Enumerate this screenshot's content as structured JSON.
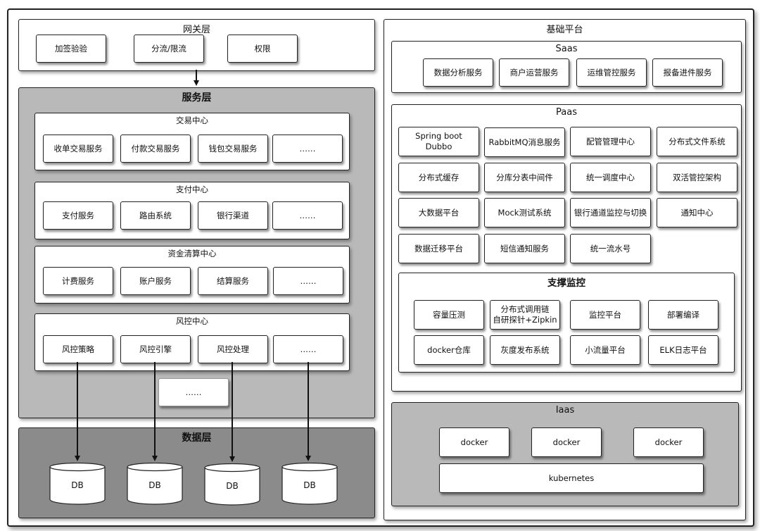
{
  "gateway": {
    "title": "网关层",
    "items": [
      "加签验验",
      "分流/限流",
      "权限"
    ]
  },
  "service": {
    "title": "服务层",
    "trade": {
      "title": "交易中心",
      "items": [
        "收单交易服务",
        "付款交易服务",
        "钱包交易服务",
        "……"
      ]
    },
    "payment": {
      "title": "支付中心",
      "items": [
        "支付服务",
        "路由系统",
        "银行渠道",
        "……"
      ]
    },
    "clearing": {
      "title": "资金清算中心",
      "items": [
        "计费服务",
        "账户服务",
        "结算服务",
        "……"
      ]
    },
    "risk": {
      "title": "风控中心",
      "items": [
        "风控策略",
        "风控引擎",
        "风控处理",
        "……"
      ]
    },
    "more": "……"
  },
  "data_layer": {
    "title": "数据层",
    "dbs": [
      "DB",
      "DB",
      "DB",
      "DB"
    ]
  },
  "platform": {
    "title": "基础平台",
    "saas": {
      "title": "Saas",
      "items": [
        "数据分析服务",
        "商户运营服务",
        "运维管控服务",
        "报备进件服务"
      ]
    },
    "paas": {
      "title": "Paas",
      "row1": [
        "Spring boot\nDubbo",
        "RabbitMQ消息服务",
        "配管管理中心",
        "分布式文件系统"
      ],
      "row2": [
        "分布式缓存",
        "分库分表中间件",
        "统一调度中心",
        "双活管控架构"
      ],
      "row3": [
        "大数据平台",
        "Mock测试系统",
        "银行通道监控与切换",
        "通知中心"
      ],
      "row4": [
        "数据迁移平台",
        "短信通知服务",
        "统一流水号"
      ],
      "monitor": {
        "title": "支撑监控",
        "row1": [
          "容量压测",
          "分布式调用链\n自研探针+Zipkin",
          "监控平台",
          "部署编译"
        ],
        "row2": [
          "docker仓库",
          "灰度发布系统",
          "小流量平台",
          "ELK日志平台"
        ]
      }
    },
    "iaas": {
      "title": "Iaas",
      "dockers": [
        "docker",
        "docker",
        "docker"
      ],
      "kubernetes": "kubernetes"
    }
  }
}
